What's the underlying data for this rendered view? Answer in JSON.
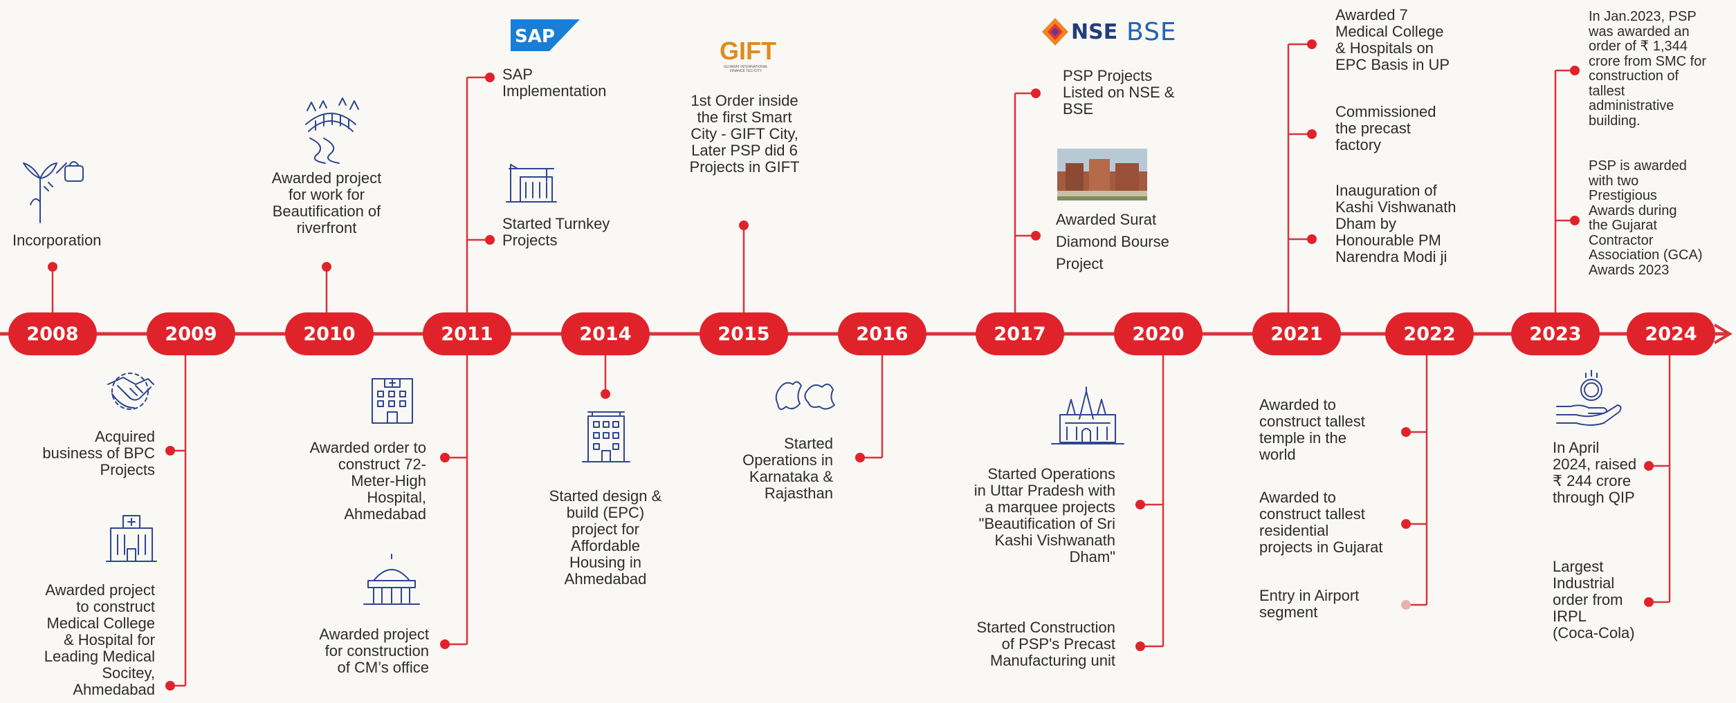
{
  "colors": {
    "accent": "#e0232b",
    "line": "#d9333c",
    "icon": "#2e4591",
    "faded_dot": "#e7b2b2"
  },
  "years": [
    "2008",
    "2009",
    "2010",
    "2011",
    "2014",
    "2015",
    "2016",
    "2017",
    "2020",
    "2021",
    "2022",
    "2023",
    "2024"
  ],
  "logos": {
    "sap": "SAP",
    "gift": "GIFT",
    "gift_caption": "GUJARAT INTERNATIONAL FINANCE TEC-CITY",
    "nse": "NSE",
    "bse": "BSE"
  },
  "events": {
    "incorporation": "Incorporation",
    "riverfront": "Awarded project\nfor work for\nBeautification of\nriverfront",
    "sap": "SAP\nImplementation",
    "turnkey": "Started Turnkey\nProjects",
    "gift": "1st Order inside\nthe first Smart\nCity - GIFT City,\nLater PSP did 6\nProjects in GIFT",
    "nse_listing": "PSP Projects\nListed on NSE &\nBSE",
    "surat": "Awarded Surat\nDiamond Bourse\nProject",
    "medical7": "Awarded 7\nMedical College\n& Hospitals on\nEPC Basis in UP",
    "precast_factory": "Commissioned\nthe precast\nfactory",
    "kashi_inauguration": "Inauguration of\nKashi Vishwanath\nDham by\nHonourable PM\nNarendra Modi ji",
    "smc_order": "In Jan.2023, PSP\nwas awarded an\norder of ₹ 1,344\ncrore from SMC for\nconstruction of\ntallest\nadministrative\nbuilding.",
    "gca_awards": "PSP is awarded\nwith two\nPrestigious\nAwards during\nthe Gujarat\nContractor\nAssociation (GCA)\nAwards 2023",
    "bpc": "Acquired\nbusiness of BPC\nProjects",
    "medical_college": "Awarded project\nto construct\nMedical College\n& Hospital for\nLeading Medical\nSocitey,\nAhmedabad",
    "hospital72": "Awarded order to\nconstruct 72-\nMeter-High\nHospital,\nAhmedabad",
    "cm_office": "Awarded project\nfor construction\nof CM’s office",
    "affordable": "Started design &\nbuild (EPC)\nproject for\nAffordable\nHousing in\nAhmedabad",
    "karnataka": "Started\nOperations in\nKarnataka &\nRajasthan",
    "uttar_pradesh": "Started Operations\nin Uttar Pradesh with\na marquee projects\n\"Beautification of Sri\nKashi Vishwanath\nDham\"",
    "precast_unit": "Started Construction\nof PSP's Precast\nManufacturing unit",
    "temple": "Awarded to\nconstruct tallest\ntemple in the\nworld",
    "residential": "Awarded to\nconstruct tallest\nresidential\nprojects in Gujarat",
    "airport": "Entry in Airport\nsegment",
    "qip": "In April\n2024, raised\n₹ 244 crore\nthrough QIP",
    "irpl": "Largest\nIndustrial\norder from\nIRPL\n(Coca-Cola)"
  }
}
